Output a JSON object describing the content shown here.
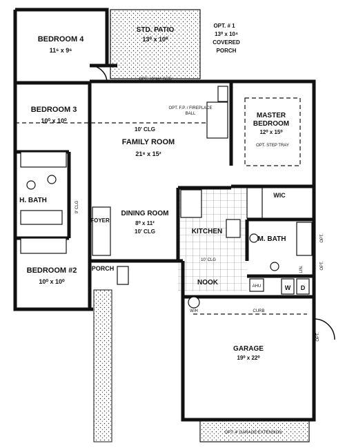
{
  "rooms": {
    "bedroom4": {
      "name": "BEDROOM 4",
      "size": "11⁶ x 9⁶"
    },
    "patio": {
      "name": "STD. PATIO",
      "size": "13⁰ x 10⁰",
      "note": "OPT. 10°x6⁸ SGD"
    },
    "covered_porch": {
      "line1": "OPT. # 1",
      "line2": "13⁰ x 10⁴",
      "line3": "COVERED",
      "line4": "PORCH"
    },
    "bedroom3": {
      "name": "BEDROOM 3",
      "size": "10⁰ x 10⁰"
    },
    "family_room": {
      "name": "FAMILY ROOM",
      "size": "21⁸ x 15²",
      "clg": "10' CLG"
    },
    "fireplace": {
      "line1": "OPT. F.P. / FIREPLACE",
      "line2": "BALL"
    },
    "master": {
      "line1": "MASTER",
      "line2": "BEDROOM",
      "size": "12⁰ x 15⁰",
      "note": "OPT. STEP TRAY"
    },
    "hall_bath": {
      "name": "H. BATH"
    },
    "master_bath": {
      "name": "M. BATH"
    },
    "wic": {
      "name": "WIC"
    },
    "foyer": {
      "name": "FOYER"
    },
    "dining": {
      "name": "DINING ROOM",
      "size": "8⁰ x 11²",
      "clg": "10' CLG"
    },
    "kitchen": {
      "name": "KITCHEN",
      "clg": "10' CLG"
    },
    "nook": {
      "name": "NOOK"
    },
    "bedroom2": {
      "name": "BEDROOM #2",
      "size": "10⁰ x 10⁰"
    },
    "porch": {
      "name": "PORCH"
    },
    "garage": {
      "name": "GARAGE",
      "size": "19⁰ x 22⁰",
      "curb": "CURB"
    },
    "garage_ext": {
      "name": "OPT. 4' GARAGE EXTENSION"
    },
    "clg_side": {
      "text": "9' CLG"
    },
    "wh": {
      "text": "W/H"
    },
    "lin": {
      "text": "LIN."
    },
    "w": {
      "text": "W"
    },
    "d": {
      "text": "D"
    },
    "ahu": {
      "text": "AHU"
    },
    "opt1": {
      "text": "OPT."
    },
    "opt2": {
      "text": "OPT."
    },
    "opt3": {
      "text": "OPT."
    }
  }
}
